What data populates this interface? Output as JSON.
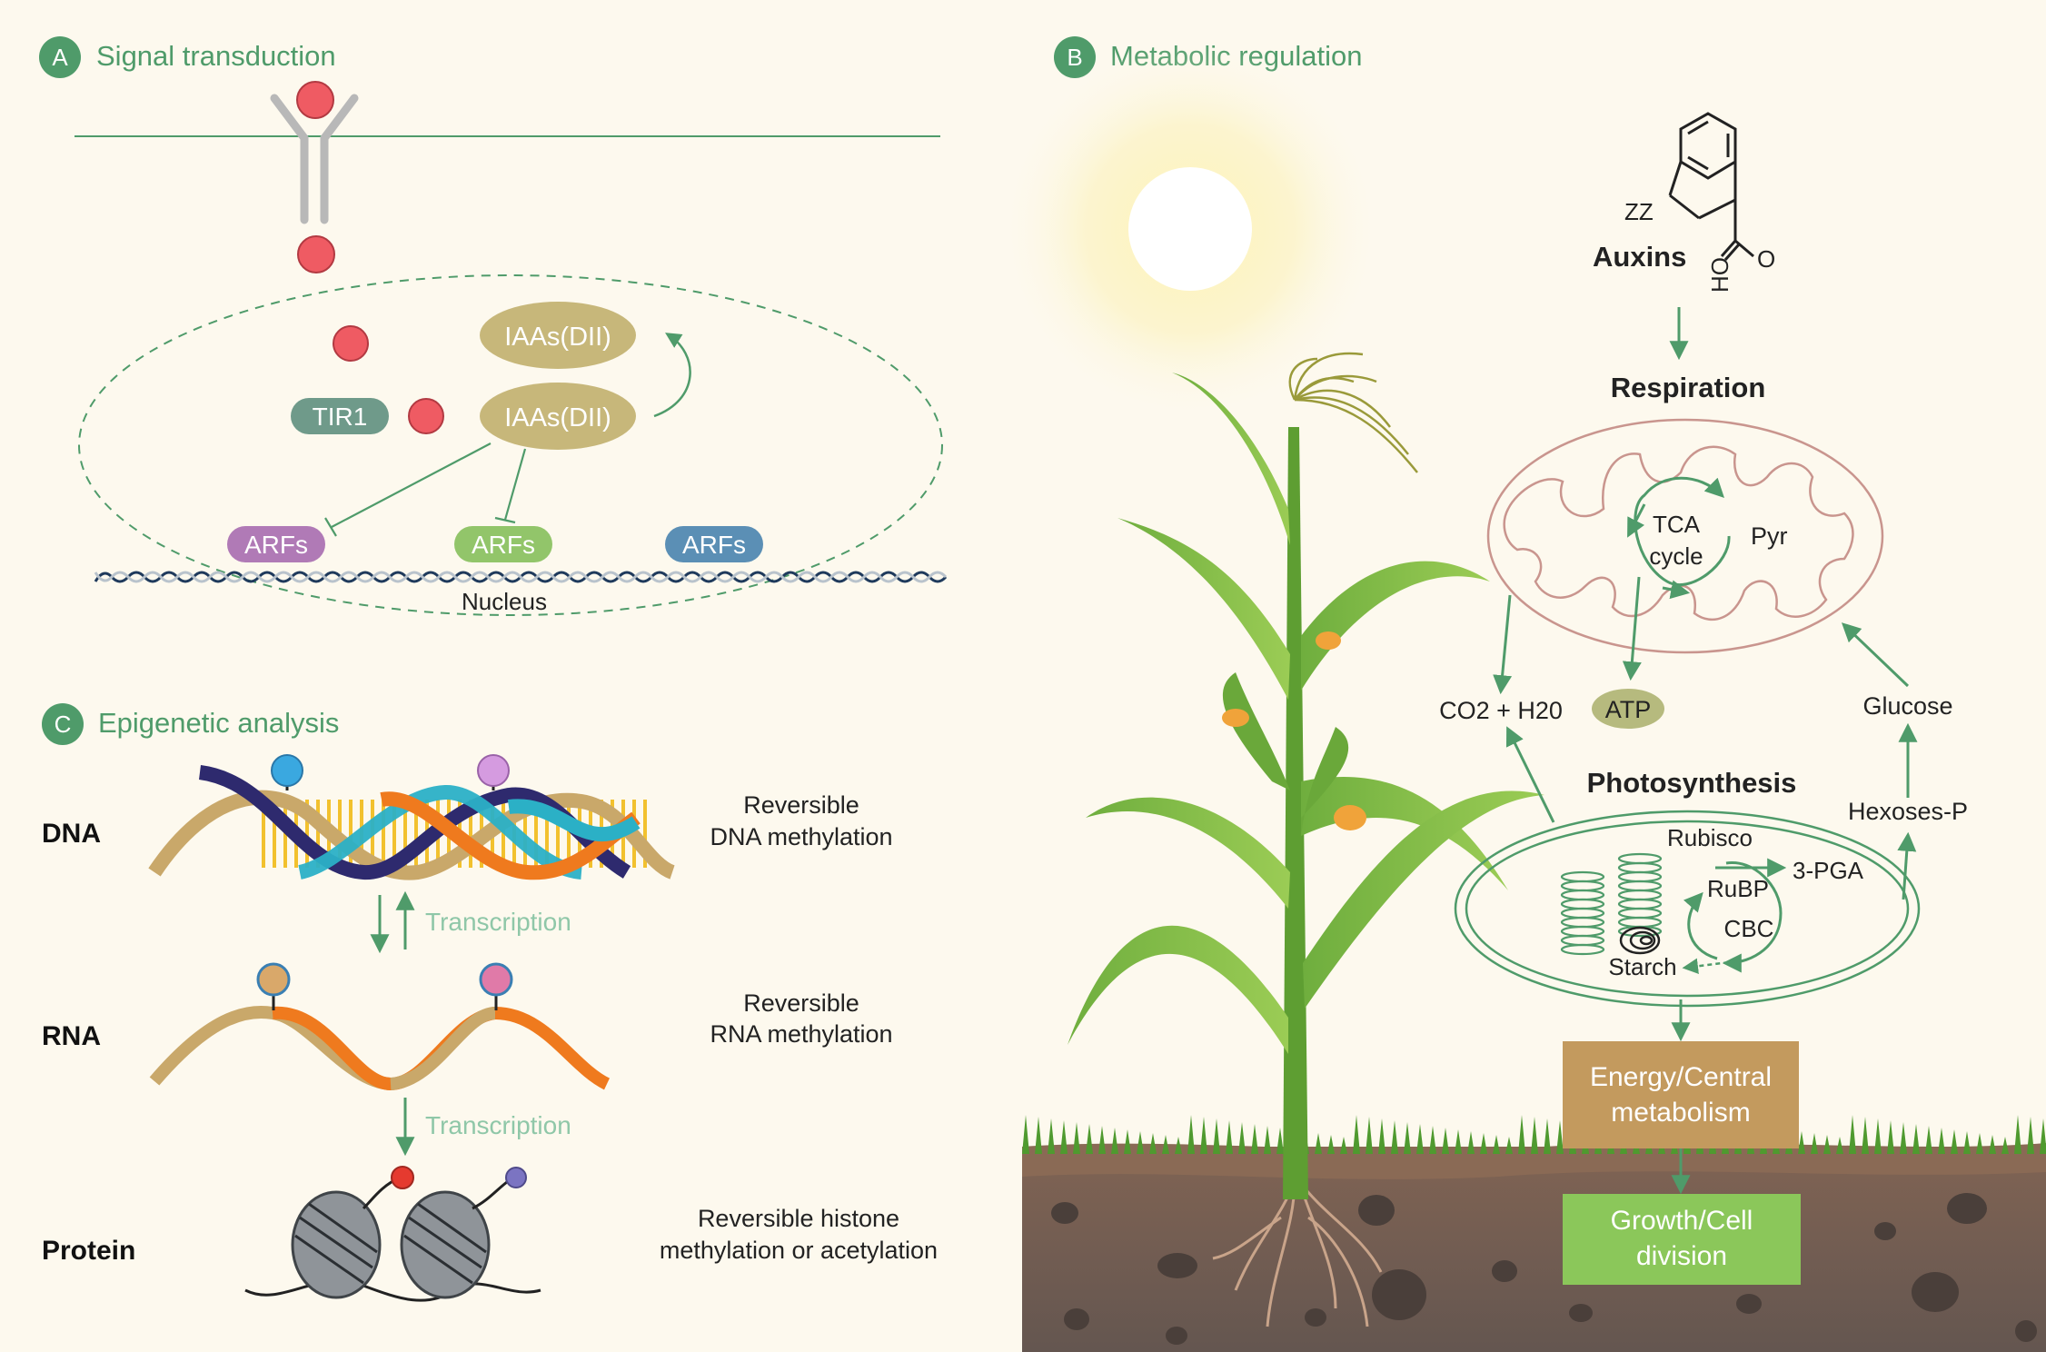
{
  "colors": {
    "background": "#fdf9ee",
    "section_green": "#4f9b6a",
    "arrow_green": "#4f9b6a",
    "iaa_tan": "#c7b77a",
    "tir1": "#6f9a8a",
    "arf_purple": "#b07ab6",
    "arf_green": "#92c56a",
    "arf_blue": "#5b8fb5",
    "ligand_red": "#ef5b63",
    "energy_box": "#c39a5e",
    "growth_box": "#8bc75a",
    "soil": "#6b5a52",
    "atp": "#b6ba7e"
  },
  "panel_a": {
    "badge": "A",
    "title": "Signal transduction",
    "iaa_top": "IAAs(DII)",
    "iaa_bottom": "IAAs(DII)",
    "tir1": "TIR1",
    "arf_1": "ARFs",
    "arf_2": "ARFs",
    "arf_3": "ARFs",
    "nucleus": "Nucleus"
  },
  "panel_b": {
    "badge": "B",
    "title": "Metabolic regulation",
    "molecule_zz": "ZZ",
    "molecule_o": "O",
    "molecule_ho": "HO",
    "auxins": "Auxins",
    "respiration": "Respiration",
    "tca_line1": "TCA",
    "tca_line2": "cycle",
    "pyr": "Pyr",
    "co2_h2o": "CO2 + H20",
    "atp": "ATP",
    "glucose": "Glucose",
    "photosynthesis": "Photosynthesis",
    "rubisco": "Rubisco",
    "pga": "3-PGA",
    "rubp": "RuBP",
    "cbc": "CBC",
    "starch": "Starch",
    "hexoses": "Hexoses-P",
    "energy_line1": "Energy/Central",
    "energy_line2": "metabolism",
    "growth_line1": "Growth/Cell",
    "growth_line2": "division"
  },
  "panel_c": {
    "badge": "C",
    "title": "Epigenetic analysis",
    "dna_label": "DNA",
    "rna_label": "RNA",
    "protein_label": "Protein",
    "transcription_1": "Transcription",
    "transcription_2": "Transcription",
    "dna_desc_line1": "Reversible",
    "dna_desc_line2": "DNA methylation",
    "rna_desc_line1": "Reversible",
    "rna_desc_line2": "RNA methylation",
    "protein_desc_line1": "Reversible histone",
    "protein_desc_line2": "methylation or acetylation"
  }
}
